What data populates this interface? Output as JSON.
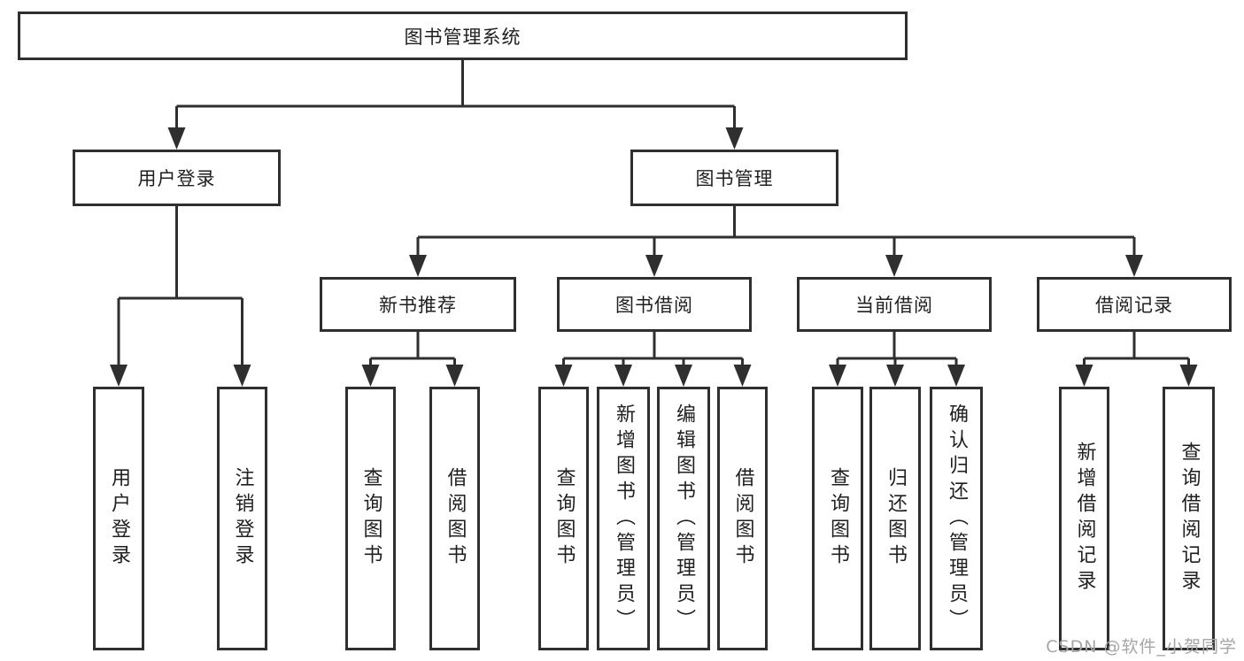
{
  "tree": {
    "label": "图书管理系统",
    "children": [
      {
        "label": "用户登录",
        "children": [
          {
            "label": "用户登录"
          },
          {
            "label": "注销登录"
          }
        ]
      },
      {
        "label": "图书管理",
        "children": [
          {
            "label": "新书推荐",
            "children": [
              {
                "label": "查询图书"
              },
              {
                "label": "借阅图书"
              }
            ]
          },
          {
            "label": "图书借阅",
            "children": [
              {
                "label": "查询图书"
              },
              {
                "label": "新增图书（管理员）"
              },
              {
                "label": "编辑图书（管理员）"
              },
              {
                "label": "借阅图书"
              }
            ]
          },
          {
            "label": "当前借阅",
            "children": [
              {
                "label": "查询图书"
              },
              {
                "label": "归还图书"
              },
              {
                "label": "确认归还（管理员）"
              }
            ]
          },
          {
            "label": "借阅记录",
            "children": [
              {
                "label": "新增借阅记录"
              },
              {
                "label": "查询借阅记录"
              }
            ]
          }
        ]
      }
    ]
  },
  "watermark": {
    "text": "CSDN @软件_小贺同学"
  },
  "colors": {
    "line": "#2f2f2f",
    "box-border": "#2f2f2f",
    "box-bg": "#ffffff",
    "text": "#1f1f1f",
    "watermark": "#a6a6a6",
    "page-bg": "#ffffff"
  }
}
